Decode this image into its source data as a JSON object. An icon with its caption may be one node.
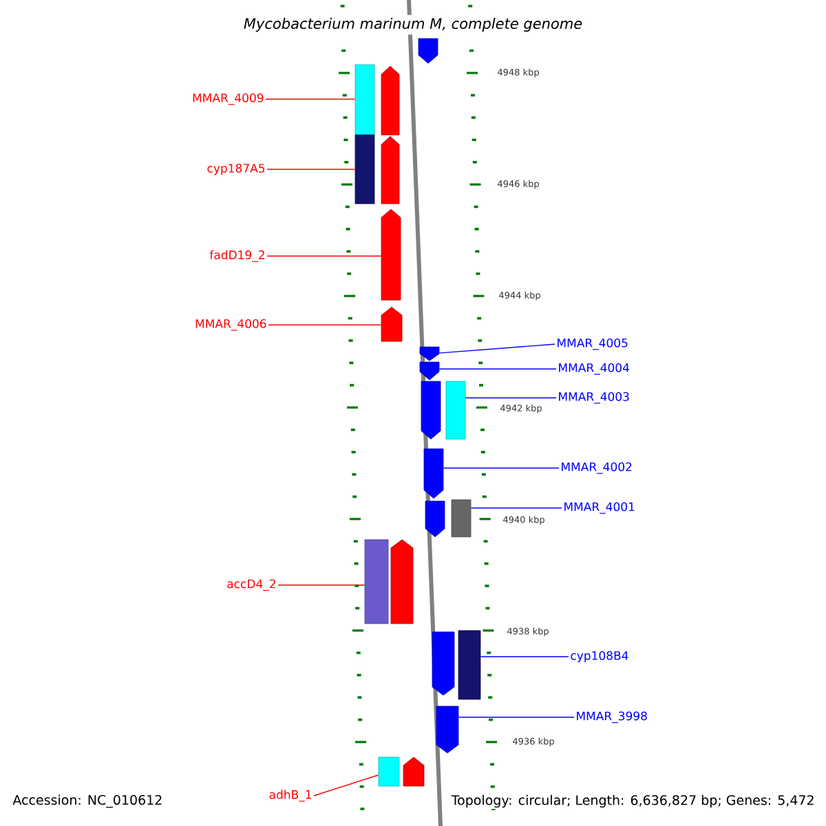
{
  "diagram": {
    "title": "Mycobacterium marinum M, complete genome",
    "nodes": [
      {
        "text": [],
        "shape": "pentagon"
      },
      {
        "text": [],
        "shape": "bar"
      },
      {
        "text": [],
        "shape": "pentagon"
      },
      {
        "text": [],
        "shape": "bar"
      },
      {
        "text": [],
        "shape": "pentagon"
      },
      {
        "text": [],
        "shape": "pentagon"
      },
      {
        "text": [],
        "shape": "pentagon"
      },
      {
        "text": [],
        "shape": "pentagon"
      },
      {
        "text": [],
        "shape": "pentagon"
      },
      {
        "text": [],
        "shape": "pentagon"
      },
      {
        "text": [],
        "shape": "bar"
      },
      {
        "text": [],
        "shape": "pentagon"
      },
      {
        "text": [],
        "shape": "pentagon"
      },
      {
        "text": [],
        "shape": "bar"
      },
      {
        "text": [],
        "shape": "bar"
      },
      {
        "text": [],
        "shape": "pentagon"
      },
      {
        "text": [],
        "shape": "pentagon"
      },
      {
        "text": [],
        "shape": "bar"
      },
      {
        "text": [],
        "shape": "pentagon"
      },
      {
        "text": [],
        "shape": "bar"
      },
      {
        "text": [],
        "shape": "pentagon"
      },
      {
        "text": [
          "MMAR_4009"
        ]
      },
      {
        "text": [
          "cyp187A5"
        ]
      },
      {
        "text": [
          "fadD19_2"
        ]
      },
      {
        "text": [
          "MMAR_4006"
        ]
      },
      {
        "text": [
          "MMAR_4005"
        ]
      },
      {
        "text": [
          "MMAR_4004"
        ]
      },
      {
        "text": [
          "MMAR_4003"
        ]
      },
      {
        "text": [
          "MMAR_4002"
        ]
      },
      {
        "text": [
          "MMAR_4001"
        ]
      },
      {
        "text": [
          "accD4_2"
        ]
      },
      {
        "text": [
          "cyp108B4"
        ]
      },
      {
        "text": [
          "MMAR_3998"
        ]
      },
      {
        "text": [
          "adhB_1"
        ]
      }
    ],
    "edges": [
      {
        "from": 21,
        "to": 1,
        "arrow": "none",
        "color": "#ff0000"
      },
      {
        "from": 22,
        "to": 3,
        "arrow": "none",
        "color": "#ff0000"
      },
      {
        "from": 23,
        "to": 5,
        "arrow": "none",
        "color": "#ff0000"
      },
      {
        "from": 24,
        "to": 6,
        "arrow": "none",
        "color": "#ff0000"
      },
      {
        "from": 25,
        "to": 7,
        "arrow": "none"
      },
      {
        "from": 26,
        "to": 8,
        "arrow": "none"
      },
      {
        "from": 27,
        "to": 10,
        "arrow": "none"
      },
      {
        "from": 28,
        "to": 11,
        "arrow": "none"
      },
      {
        "from": 29,
        "to": 13,
        "arrow": "none"
      },
      {
        "from": 30,
        "to": 14,
        "arrow": "none",
        "color": "#ff0000"
      },
      {
        "from": 31,
        "to": 17,
        "arrow": "none"
      },
      {
        "from": 32,
        "to": 18,
        "arrow": "none"
      },
      {
        "from": 33,
        "to": 19,
        "arrow": "none",
        "color": "#ff0000"
      }
    ],
    "labels": [
      "4948 kbp",
      "4946 kbp",
      "4944 kbp",
      "4942 kbp",
      "4940 kbp",
      "4938 kbp",
      "4936 kbp",
      "Accession: NC_010612",
      "Topology: circular; Length: 6,636,827 bp; Genes: 5,472"
    ]
  }
}
